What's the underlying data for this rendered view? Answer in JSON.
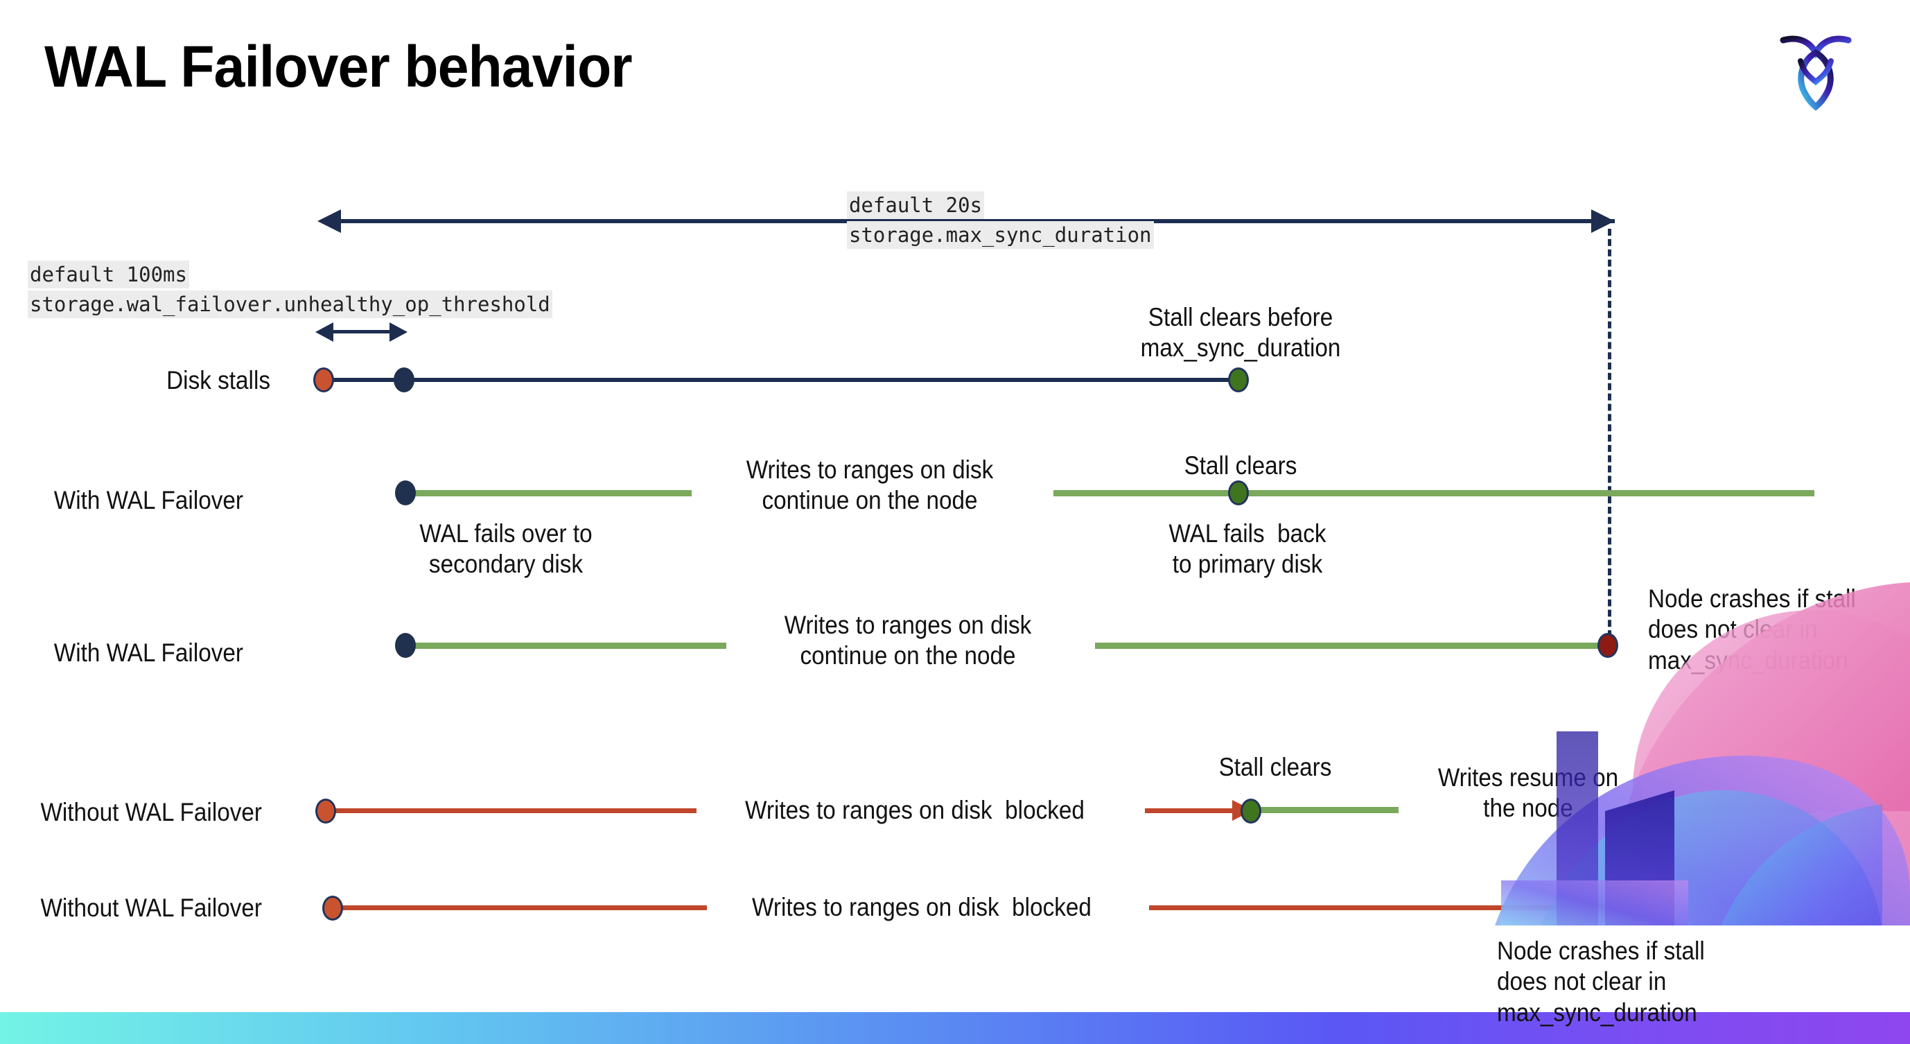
{
  "title": "WAL Failover behavior",
  "logo": {
    "name": "cockroachdb-logo"
  },
  "annotations": {
    "max_sync": {
      "line1": "default 20s",
      "line2": "storage.max_sync_duration"
    },
    "unhealthy_op": {
      "line1": "default 100ms",
      "line2": "storage.wal_failover.unhealthy_op_threshold"
    }
  },
  "rows": [
    {
      "id": "disk-stalls",
      "label": "Disk stalls",
      "callouts": [
        {
          "id": "stall-clears-before",
          "text": "Stall clears before\nmax_sync_duration"
        }
      ]
    },
    {
      "id": "with-wal-failover-recovers",
      "label": "With WAL Failover",
      "callouts": [
        {
          "id": "wal-fails-over",
          "text": "WAL fails over to\nsecondary disk"
        },
        {
          "id": "writes-continue",
          "text": "Writes to ranges on disk\ncontinue on the node"
        },
        {
          "id": "stall-clears",
          "text": "Stall clears"
        },
        {
          "id": "wal-fails-back",
          "text": "WAL fails  back\nto primary disk"
        }
      ]
    },
    {
      "id": "with-wal-failover-crashes",
      "label": "With WAL Failover",
      "callouts": [
        {
          "id": "writes-continue-2",
          "text": "Writes to ranges on disk\ncontinue on the node"
        },
        {
          "id": "node-crashes-1",
          "text": "Node crashes if stall\ndoes not clear in\nmax_sync_duration"
        }
      ]
    },
    {
      "id": "without-wal-failover-recovers",
      "label": "Without WAL Failover",
      "callouts": [
        {
          "id": "writes-blocked",
          "text": "Writes to ranges on disk  blocked"
        },
        {
          "id": "stall-clears-2",
          "text": "Stall clears"
        },
        {
          "id": "writes-resume",
          "text": "Writes resume on\nthe node"
        }
      ]
    },
    {
      "id": "without-wal-failover-crashes",
      "label": "Without WAL Failover",
      "callouts": [
        {
          "id": "writes-blocked-2",
          "text": "Writes to ranges on disk  blocked"
        },
        {
          "id": "node-crashes-2",
          "text": "Node crashes if stall\ndoes not clear in\nmax_sync_duration"
        }
      ]
    }
  ],
  "colors": {
    "navy": "#1d2d50",
    "green_line": "#7aa85c",
    "red_line": "#c0462a",
    "dot_orange": "#c9532f",
    "dot_navy": "#20314f",
    "dot_green": "#40751f",
    "dot_darkred": "#8e1b12",
    "code_bg": "#ececec",
    "bottom_bar_start": "#73f3e6",
    "bottom_bar_end": "#8f46ee"
  }
}
